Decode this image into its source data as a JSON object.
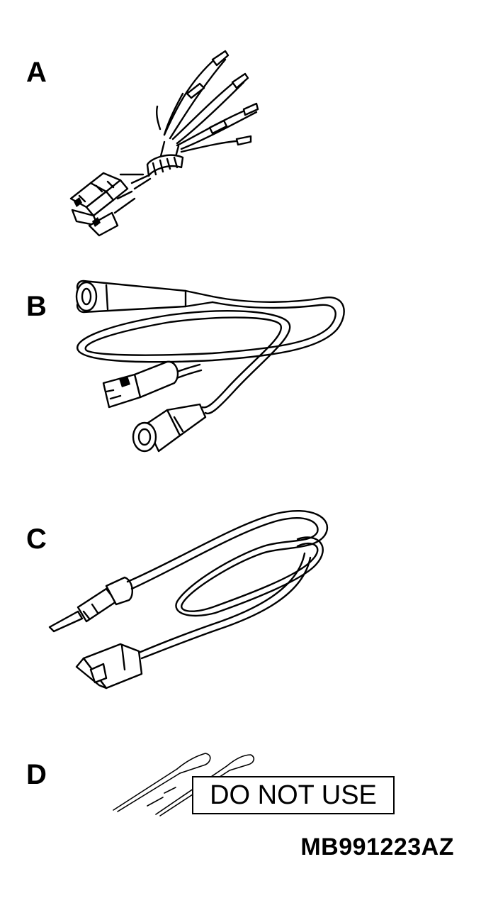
{
  "labels": {
    "a": "A",
    "b": "B",
    "c": "C",
    "d": "D"
  },
  "warning": "DO NOT USE",
  "part_number": "MB991223AZ"
}
